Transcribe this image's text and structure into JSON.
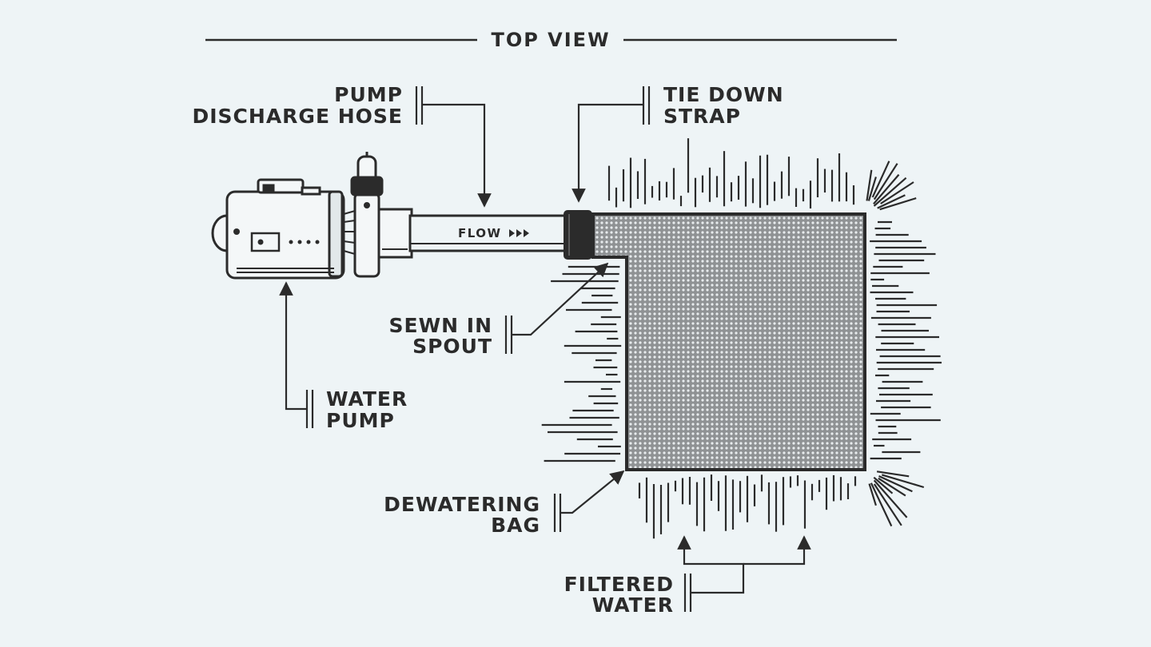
{
  "title": "TOP VIEW",
  "labels": {
    "pump_discharge_hose": [
      "PUMP",
      "DISCHARGE HOSE"
    ],
    "tie_down_strap": [
      "TIE DOWN",
      "STRAP"
    ],
    "sewn_in_spout": [
      "SEWN IN",
      "SPOUT"
    ],
    "water_pump": [
      "WATER",
      "PUMP"
    ],
    "dewatering_bag": [
      "DEWATERING",
      "BAG"
    ],
    "filtered_water": [
      "FILTERED",
      "WATER"
    ],
    "flow": "FLOW"
  },
  "colors": {
    "background": "#eef4f6",
    "ink": "#2b2b2b",
    "bag_fill": "#8f9294"
  }
}
